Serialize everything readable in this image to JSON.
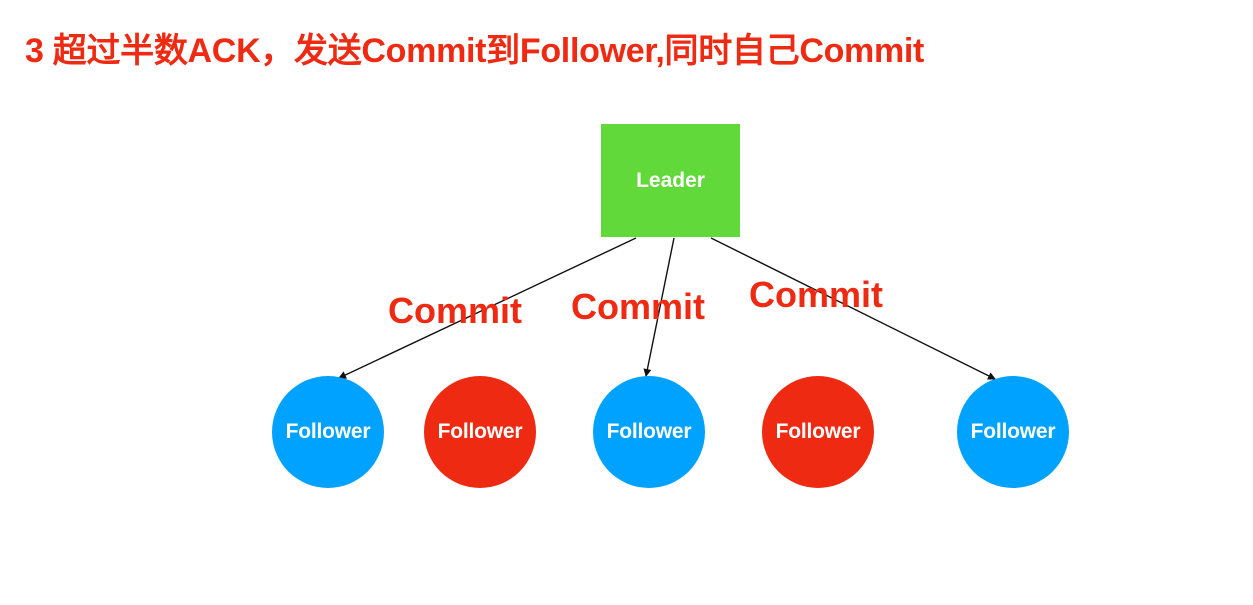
{
  "title": "3 超过半数ACK，发送Commit到Follower,同时自己Commit",
  "colors": {
    "title": "#ee2a12",
    "leader": "#62d93a",
    "follower_committed": "#00a2ff",
    "follower_pending": "#ee2a12",
    "edge": "#111111",
    "node_text": "#ffffff"
  },
  "leader": {
    "label": "Leader"
  },
  "followers": [
    {
      "label": "Follower",
      "state": "committed"
    },
    {
      "label": "Follower",
      "state": "pending"
    },
    {
      "label": "Follower",
      "state": "committed"
    },
    {
      "label": "Follower",
      "state": "pending"
    },
    {
      "label": "Follower",
      "state": "committed"
    }
  ],
  "edges": [
    {
      "from": "leader",
      "to_follower": 0,
      "label": "Commit"
    },
    {
      "from": "leader",
      "to_follower": 2,
      "label": "Commit"
    },
    {
      "from": "leader",
      "to_follower": 4,
      "label": "Commit"
    }
  ]
}
